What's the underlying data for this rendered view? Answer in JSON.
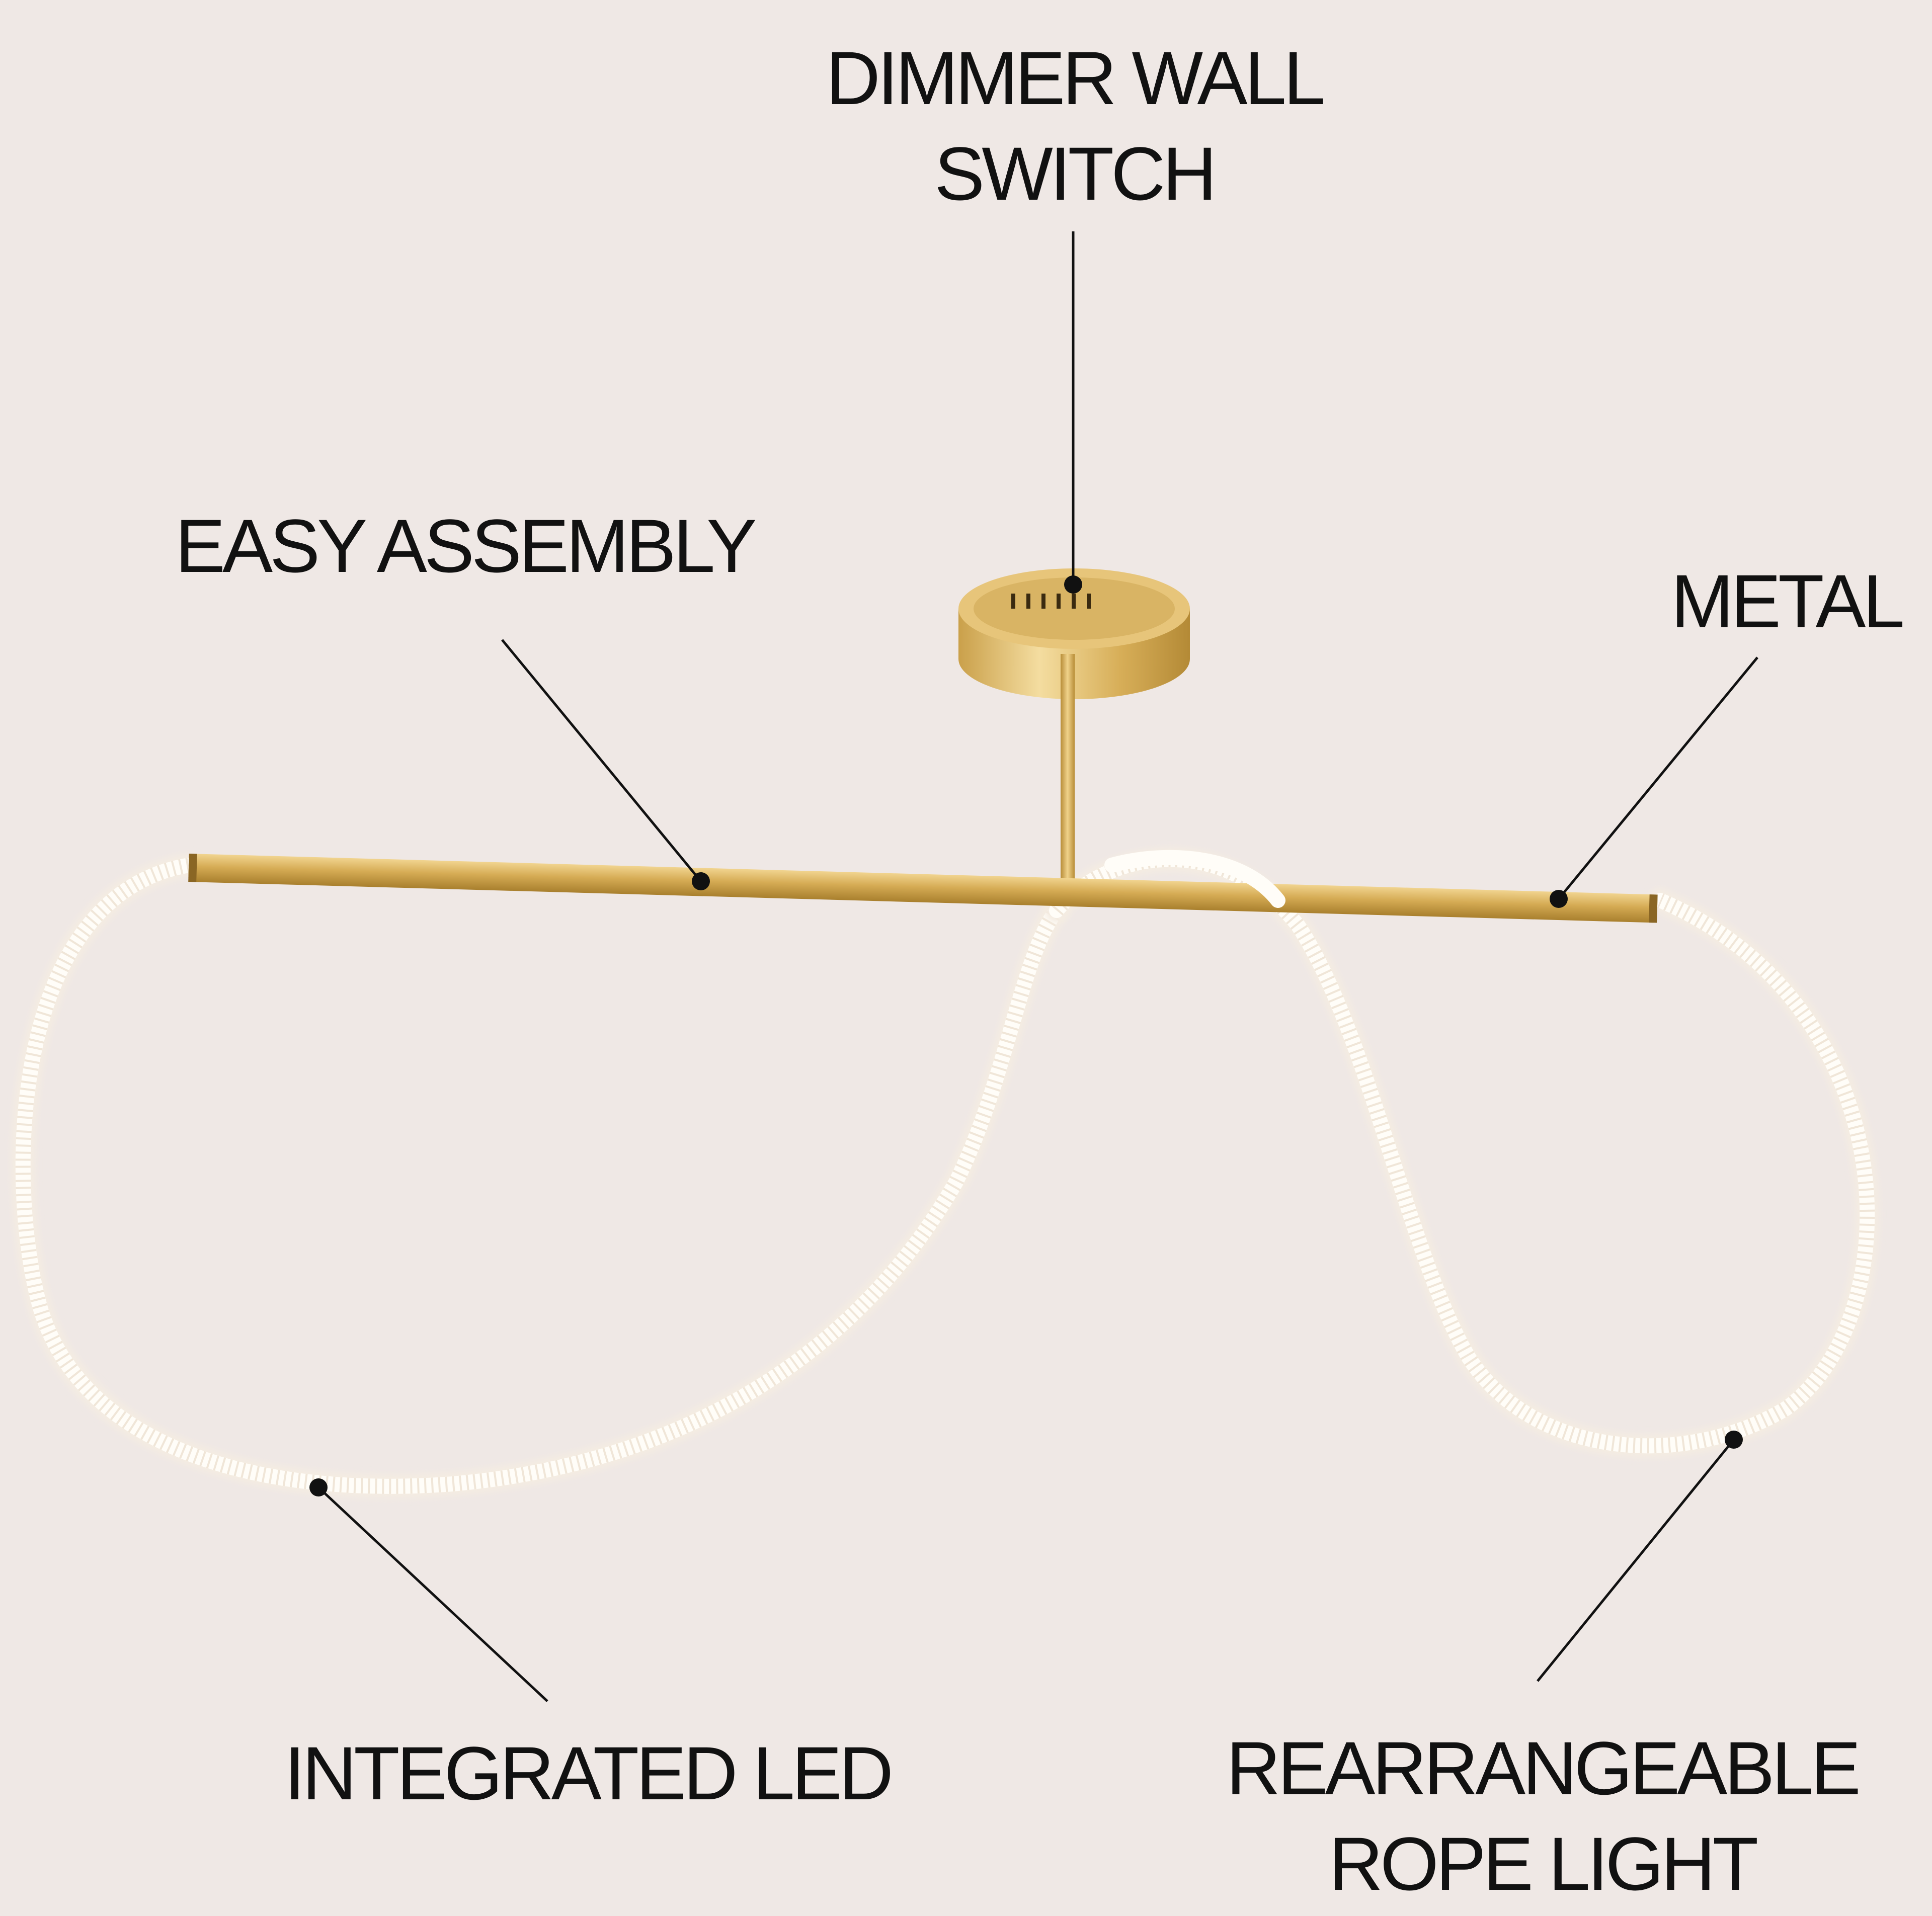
{
  "labels": {
    "dimmer_switch": {
      "line1": "DIMMER WALL",
      "line2": "SWITCH"
    },
    "easy_assembly": "EASY ASSEMBLY",
    "metal": "METAL",
    "integrated_led": "INTEGRATED LED",
    "rope_light": {
      "line1": "REARRANGEABLE",
      "line2": "ROPE LIGHT"
    }
  },
  "colors": {
    "background": "#efe8e5",
    "brass": "#d9b15c",
    "rope": "#fbf7f0",
    "text": "#111111"
  }
}
